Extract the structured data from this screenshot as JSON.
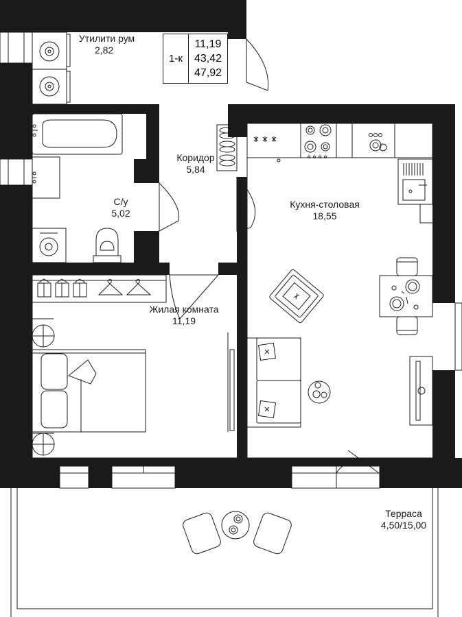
{
  "plan": {
    "summary": {
      "type": "1-к",
      "areas": [
        "11,19",
        "43,42",
        "47,92"
      ]
    },
    "rooms": [
      {
        "id": "utility",
        "name": "Утилити рум",
        "area": "2,82"
      },
      {
        "id": "corridor",
        "name": "Коридор",
        "area": "5,84"
      },
      {
        "id": "bathroom",
        "name": "С/у",
        "area": "5,02"
      },
      {
        "id": "kitchen",
        "name": "Кухня-столовая",
        "area": "18,55"
      },
      {
        "id": "living",
        "name": "Жилая комната",
        "area": "11,19"
      },
      {
        "id": "terrace",
        "name": "Терраса",
        "area": "4,50/15,00"
      }
    ],
    "colors": {
      "wall": "#1a1a1a",
      "line": "#1a1a1a",
      "background": "#ffffff"
    }
  }
}
